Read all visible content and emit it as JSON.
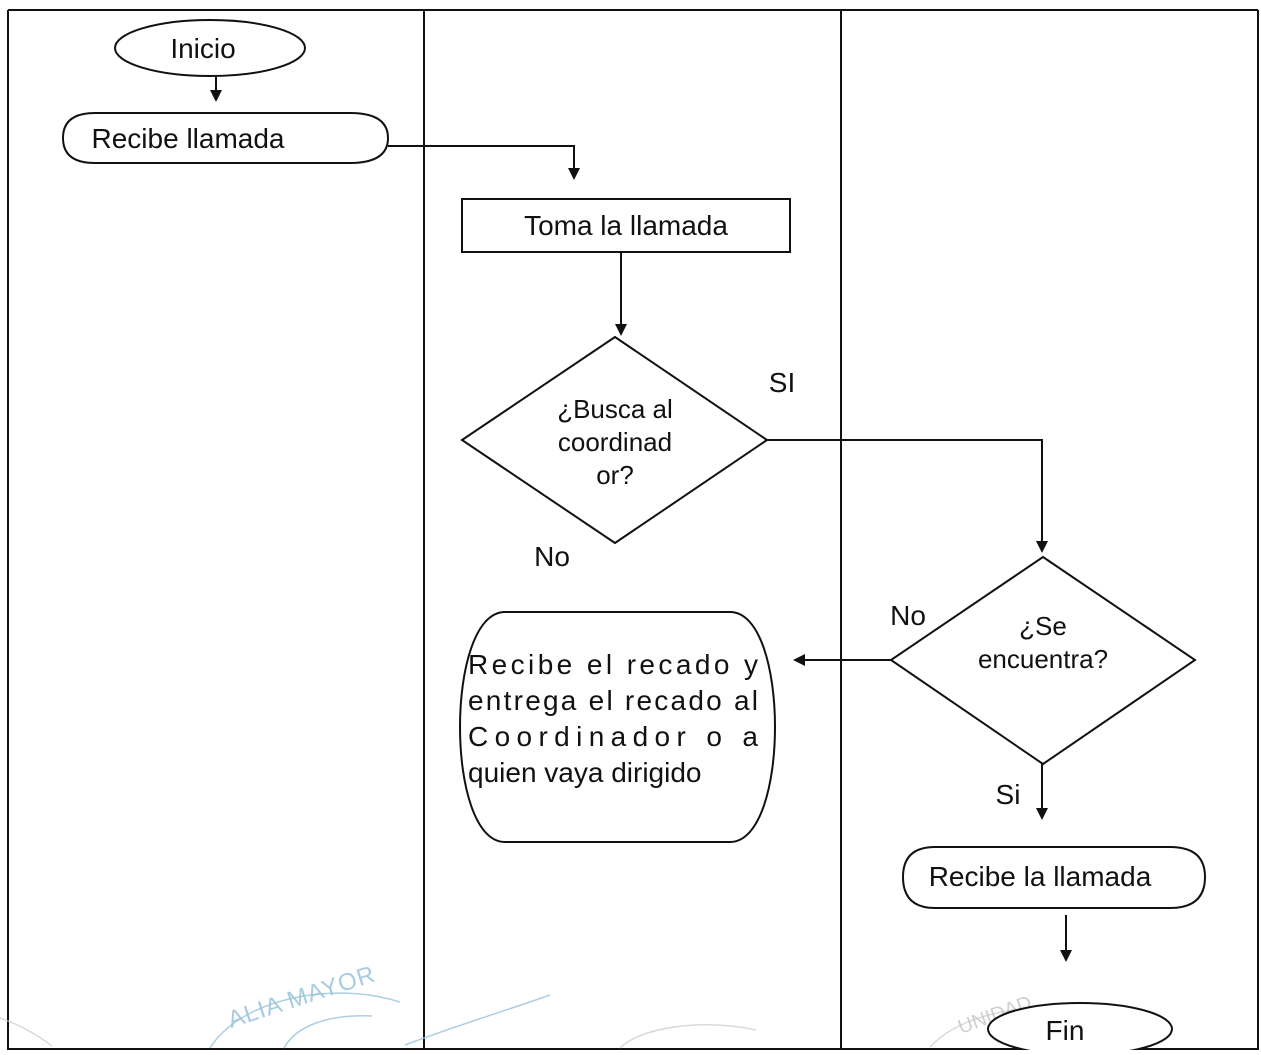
{
  "diagram": {
    "start_label": "Inicio",
    "receive_call_label": "Recibe llamada",
    "take_call_label": "Toma la llamada",
    "decision_1": {
      "lines": [
        "¿Busca al",
        "coordinad",
        "or?"
      ],
      "yes_label": "SI",
      "no_label": "No"
    },
    "decision_2": {
      "lines": [
        "¿Se",
        "encuentra?"
      ],
      "no_label": "No",
      "yes_label": "Si"
    },
    "message_box_lines": [
      "Recibe el recado y",
      "entrega el recado al",
      "Coordinador o a",
      "quien vaya dirigido"
    ],
    "receive_call_final_label": "Recibe la llamada",
    "end_label": "Fin"
  },
  "stamps": {
    "left_stamp_text": "ALIA MAYOR",
    "right_stamp_text": "UNIDAD"
  },
  "colors": {
    "line": "#111111",
    "stamp_blue": "#9ec7dc",
    "stamp_gray": "#c9c9c9"
  }
}
